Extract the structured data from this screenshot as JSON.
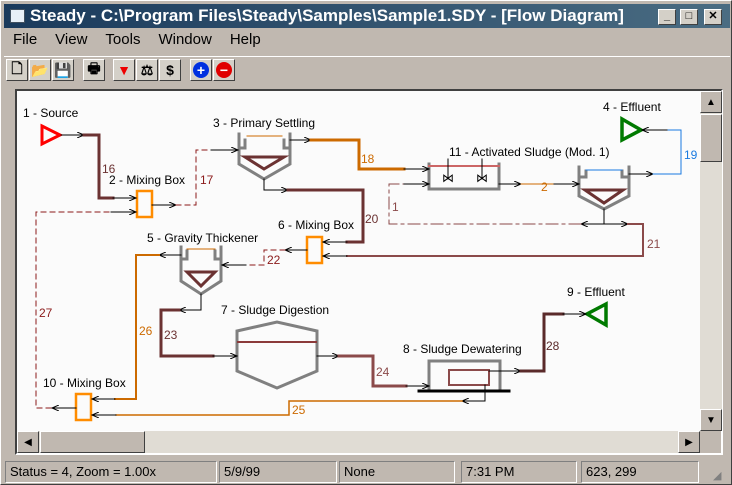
{
  "window": {
    "title": "Steady - C:\\Program Files\\Steady\\Samples\\Sample1.SDY - [Flow Diagram]",
    "minimize": "_",
    "maximize": "□",
    "close": "✕"
  },
  "menu": [
    "File",
    "View",
    "Tools",
    "Window",
    "Help"
  ],
  "toolbar": [
    {
      "name": "new-icon",
      "glyph": "🗋"
    },
    {
      "name": "open-icon",
      "glyph": "📂"
    },
    {
      "name": "save-icon",
      "glyph": "💾"
    },
    {
      "name": "print-icon",
      "glyph": "🖶"
    },
    {
      "name": "flow-icon",
      "glyph": "▼"
    },
    {
      "name": "balance-icon",
      "glyph": "⚖"
    },
    {
      "name": "cost-icon",
      "glyph": "$"
    },
    {
      "name": "add-icon",
      "glyph": "+"
    },
    {
      "name": "remove-icon",
      "glyph": "−"
    }
  ],
  "units": {
    "source": "1 - Source",
    "mix2": "2 - Mixing Box",
    "primary": "3 - Primary Settling",
    "effluent4": "4 - Effluent",
    "thickener": "5 - Gravity Thickener",
    "mix6": "6 - Mixing Box",
    "digestion": "7 - Sludge Digestion",
    "dewatering": "8 - Sludge Dewatering",
    "effluent9": "9 - Effluent",
    "mix10": "10 - Mixing Box",
    "activated": "11 - Activated Sludge (Mod. 1)"
  },
  "streams": {
    "s1": "1",
    "s2": "2",
    "s16": "16",
    "s17": "17",
    "s18": "18",
    "s19": "19",
    "s20": "20",
    "s21": "21",
    "s22": "22",
    "s23": "23",
    "s24": "24",
    "s25": "25",
    "s26": "26",
    "s27": "27",
    "s28": "28"
  },
  "colors": {
    "brown": "#6b3232",
    "orange": "#cc6a00",
    "dash": "#8b1a1a",
    "blue": "#1a7ae0",
    "green": "#007a00",
    "red": "#ff0000",
    "gray": "#808080"
  },
  "statusbar": {
    "status": "Status =  4, Zoom = 1.00x",
    "date": "5/9/99",
    "mode": "None",
    "time": "7:31 PM",
    "coords": "623,  299"
  }
}
